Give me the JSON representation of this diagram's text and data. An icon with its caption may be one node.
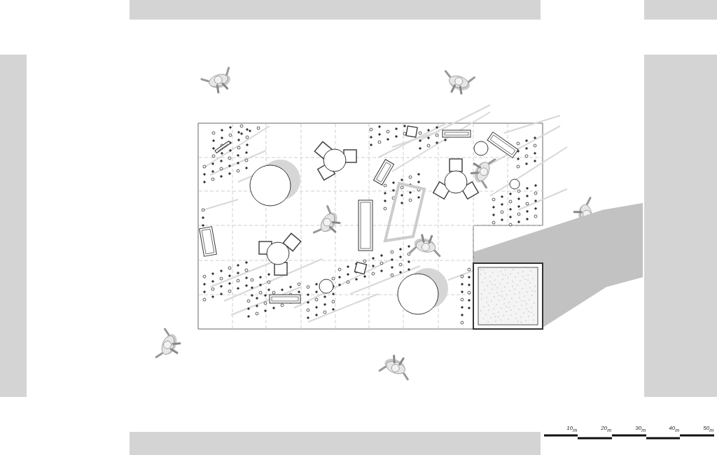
{
  "diagram": {
    "labels": [
      "10$_{m}$",
      "20$_{m}$",
      "30$_{m}$",
      "40$_{m}$",
      "50$_{m}$"
    ]
  }
}
